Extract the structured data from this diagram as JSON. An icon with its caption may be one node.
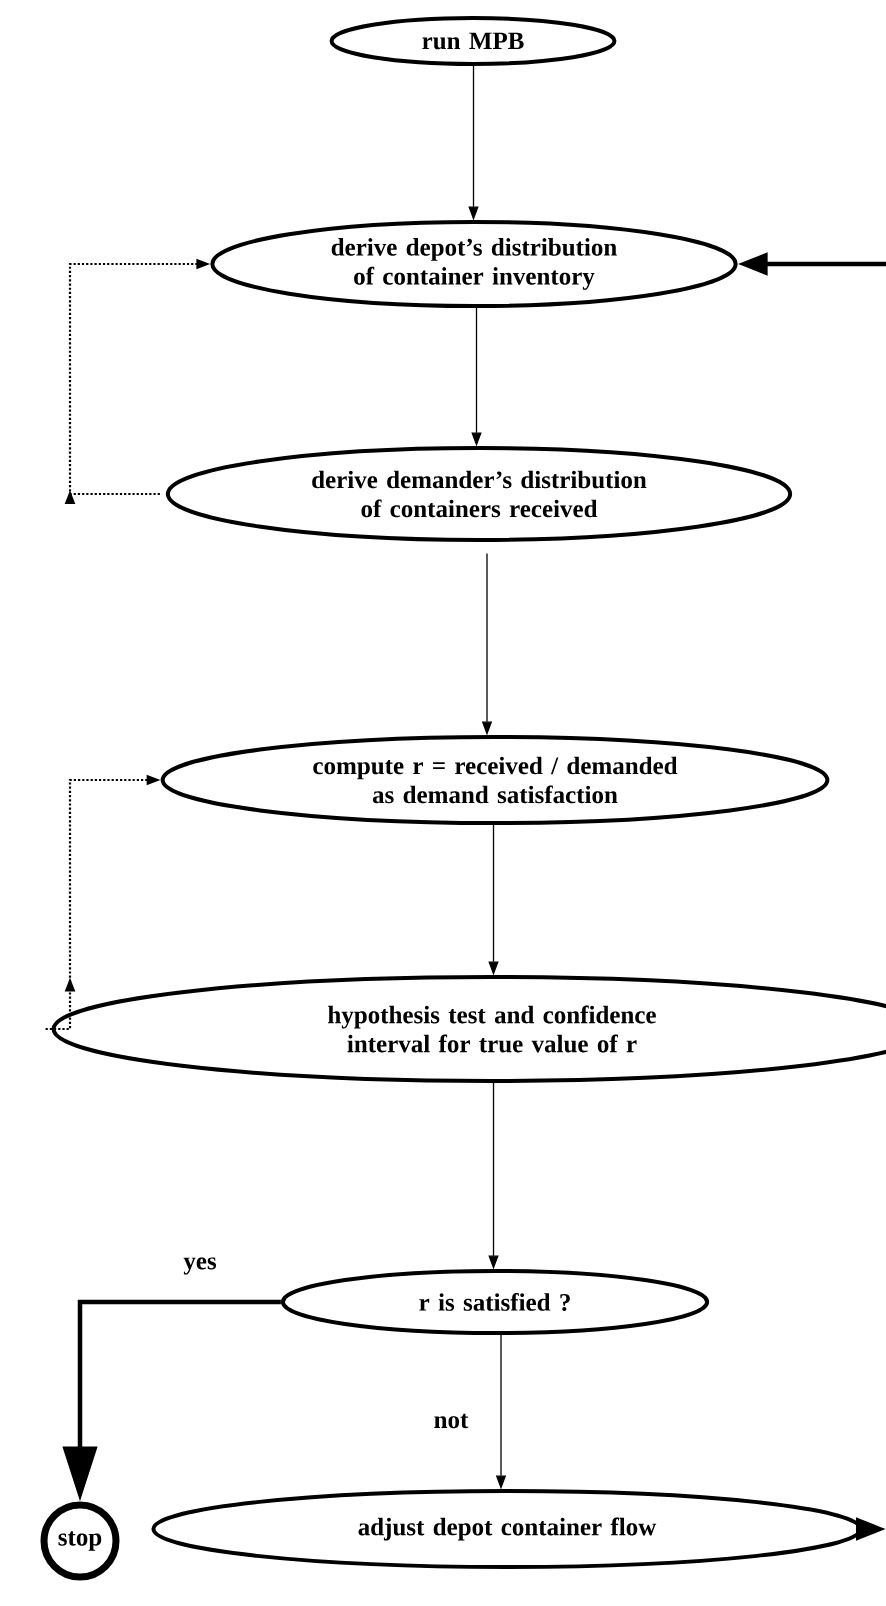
{
  "diagram": {
    "nodes": [
      {
        "text": [
          "run MPB"
        ]
      },
      {
        "text": [
          "derive depot’s distribution of container inventory"
        ]
      },
      {
        "text": [
          "derive demander’s distribution of containers received"
        ]
      },
      {
        "text": [
          "compute r = received / demanded as demand satisfaction"
        ]
      },
      {
        "text": [
          "hypothesis test and confidence interval for true value of r"
        ]
      },
      {
        "text": [
          "r is satisfied ?"
        ]
      },
      {
        "text": [
          "stop"
        ]
      },
      {
        "text": [
          "adjust depot container flow"
        ]
      }
    ],
    "edges": [
      {
        "from": 0,
        "to": 1,
        "arrow": "to"
      },
      {
        "from": 1,
        "to": 2,
        "arrow": "to"
      },
      {
        "from": 2,
        "to": 1,
        "arrow": "to",
        "style": "dashed"
      },
      {
        "from": 2,
        "to": 3,
        "arrow": "to"
      },
      {
        "from": 3,
        "to": 4,
        "arrow": "to"
      },
      {
        "from": 4,
        "to": 3,
        "arrow": "to",
        "style": "dashed"
      },
      {
        "from": 4,
        "to": 5,
        "arrow": "to"
      },
      {
        "from": 5,
        "to": 6,
        "arrow": "to",
        "label": "yes",
        "style": "thick"
      },
      {
        "from": 5,
        "to": 7,
        "arrow": "to",
        "label": "not"
      },
      {
        "from": 7,
        "to": null,
        "arrow": "to",
        "style": "thick"
      },
      {
        "from": null,
        "to": 1,
        "arrow": "to",
        "style": "thick"
      }
    ]
  }
}
